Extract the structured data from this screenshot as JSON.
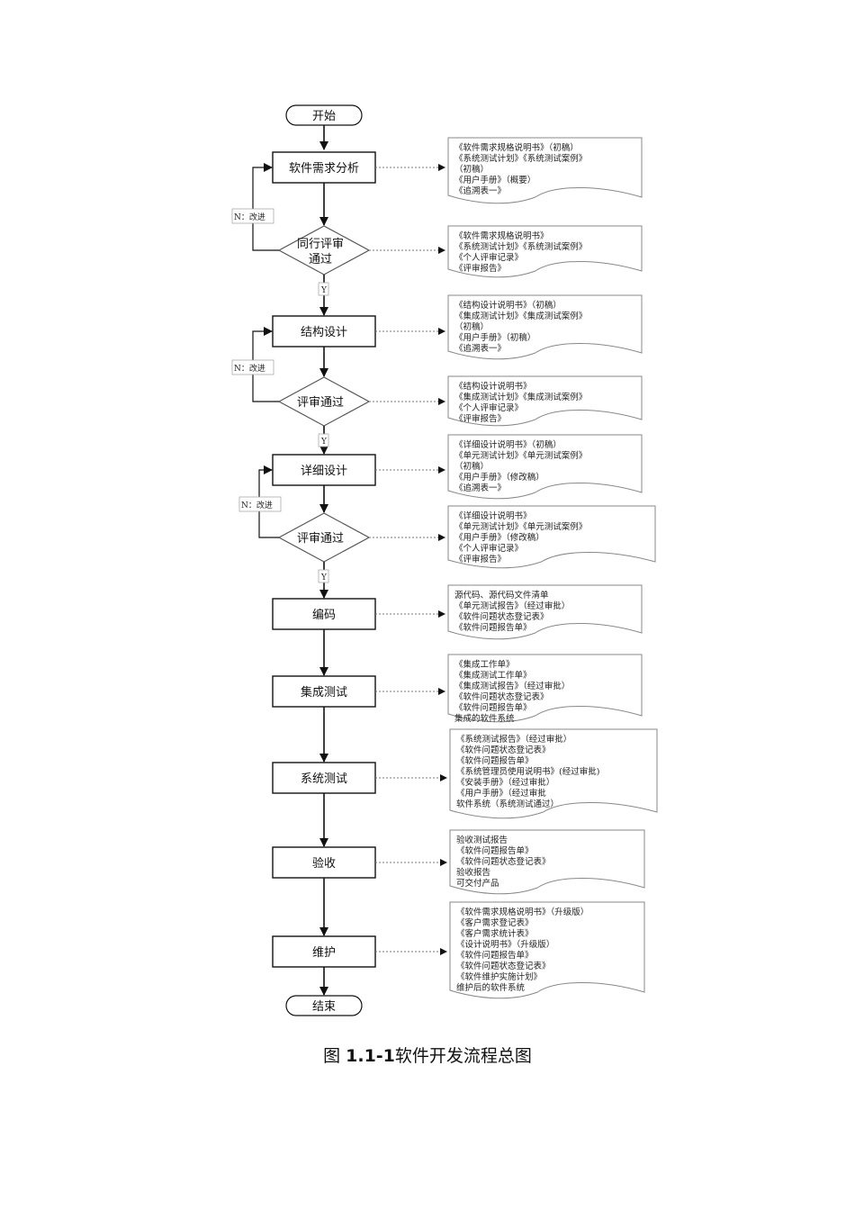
{
  "diagram": {
    "start": "开始",
    "end": "结束",
    "yes_label": "Y",
    "no_label": "N：改进",
    "steps": [
      {
        "label": "软件需求分析",
        "docs": [
          "《软件需求规格说明书》（初稿）",
          "《系统测试计划》《系统测试案例》",
          "（初稿）",
          "《用户手册》（概要）",
          "《追溯表一》"
        ]
      },
      {
        "label": "结构设计",
        "docs": [
          "《结构设计说明书》（初稿）",
          "《集成测试计划》《集成测试案例》",
          "（初稿）",
          "《用户手册》（初稿）",
          "《追溯表一》"
        ]
      },
      {
        "label": "详细设计",
        "docs": [
          "《详细设计说明书》（初稿）",
          "《单元测试计划》《单元测试案例》",
          "（初稿）",
          "《用户手册》（修改稿）",
          "《追溯表一》"
        ]
      },
      {
        "label": "编码",
        "docs": [
          "源代码、源代码文件清单",
          "《单元测试报告》（经过审批）",
          "《软件问题状态登记表》",
          "《软件问题报告单》"
        ]
      },
      {
        "label": "集成测试",
        "docs": [
          "《集成工作单》",
          "《集成测试工作单》",
          "《集成测试报告》（经过审批）",
          "《软件问题状态登记表》",
          "《软件问题报告单》",
          "集成的软件系统"
        ]
      },
      {
        "label": "系统测试",
        "docs": [
          "《系统测试报告》（经过审批）",
          "《软件问题状态登记表》",
          "《软件问题报告单》",
          "《系统管理员使用说明书》(经过审批)",
          "《安装手册》（经过审批）",
          "《用户手册》（经过审批",
          "软件系统（系统测试通过）"
        ]
      },
      {
        "label": "验收",
        "docs": [
          "验收测试报告",
          "《软件问题报告单》",
          "《软件问题状态登记表》",
          "验收报告",
          "可交付产品"
        ]
      },
      {
        "label": "维护",
        "docs": [
          "《软件需求规格说明书》（升级版）",
          "《客户需求登记表》",
          "《客户需求统计表》",
          "《设计说明书》（升级版）",
          "《软件问题报告单》",
          "《软件问题状态登记表》",
          "《软件维护实施计划》",
          "维护后的软件系统"
        ]
      }
    ],
    "decisions": [
      {
        "label_lines": [
          "同行评审",
          "通过"
        ],
        "docs": [
          "《软件需求规格说明书》",
          "《系统测试计划》《系统测试案例》",
          "《个人评审记录》",
          "《评审报告》"
        ]
      },
      {
        "label_lines": [
          "评审通过"
        ],
        "docs": [
          "《结构设计说明书》",
          "《集成测试计划》《集成测试案例》",
          "《个人评审记录》",
          "《评审报告》"
        ]
      },
      {
        "label_lines": [
          "评审通过"
        ],
        "docs": [
          "《详细设计说明书》",
          "《单元测试计划》《单元测试案例》",
          "《用户手册》（修改稿）",
          "《个人评审记录》",
          "《评审报告》"
        ]
      }
    ]
  },
  "caption": {
    "prefix": "图",
    "number": "1.1-1",
    "title": "软件开发流程总图"
  }
}
